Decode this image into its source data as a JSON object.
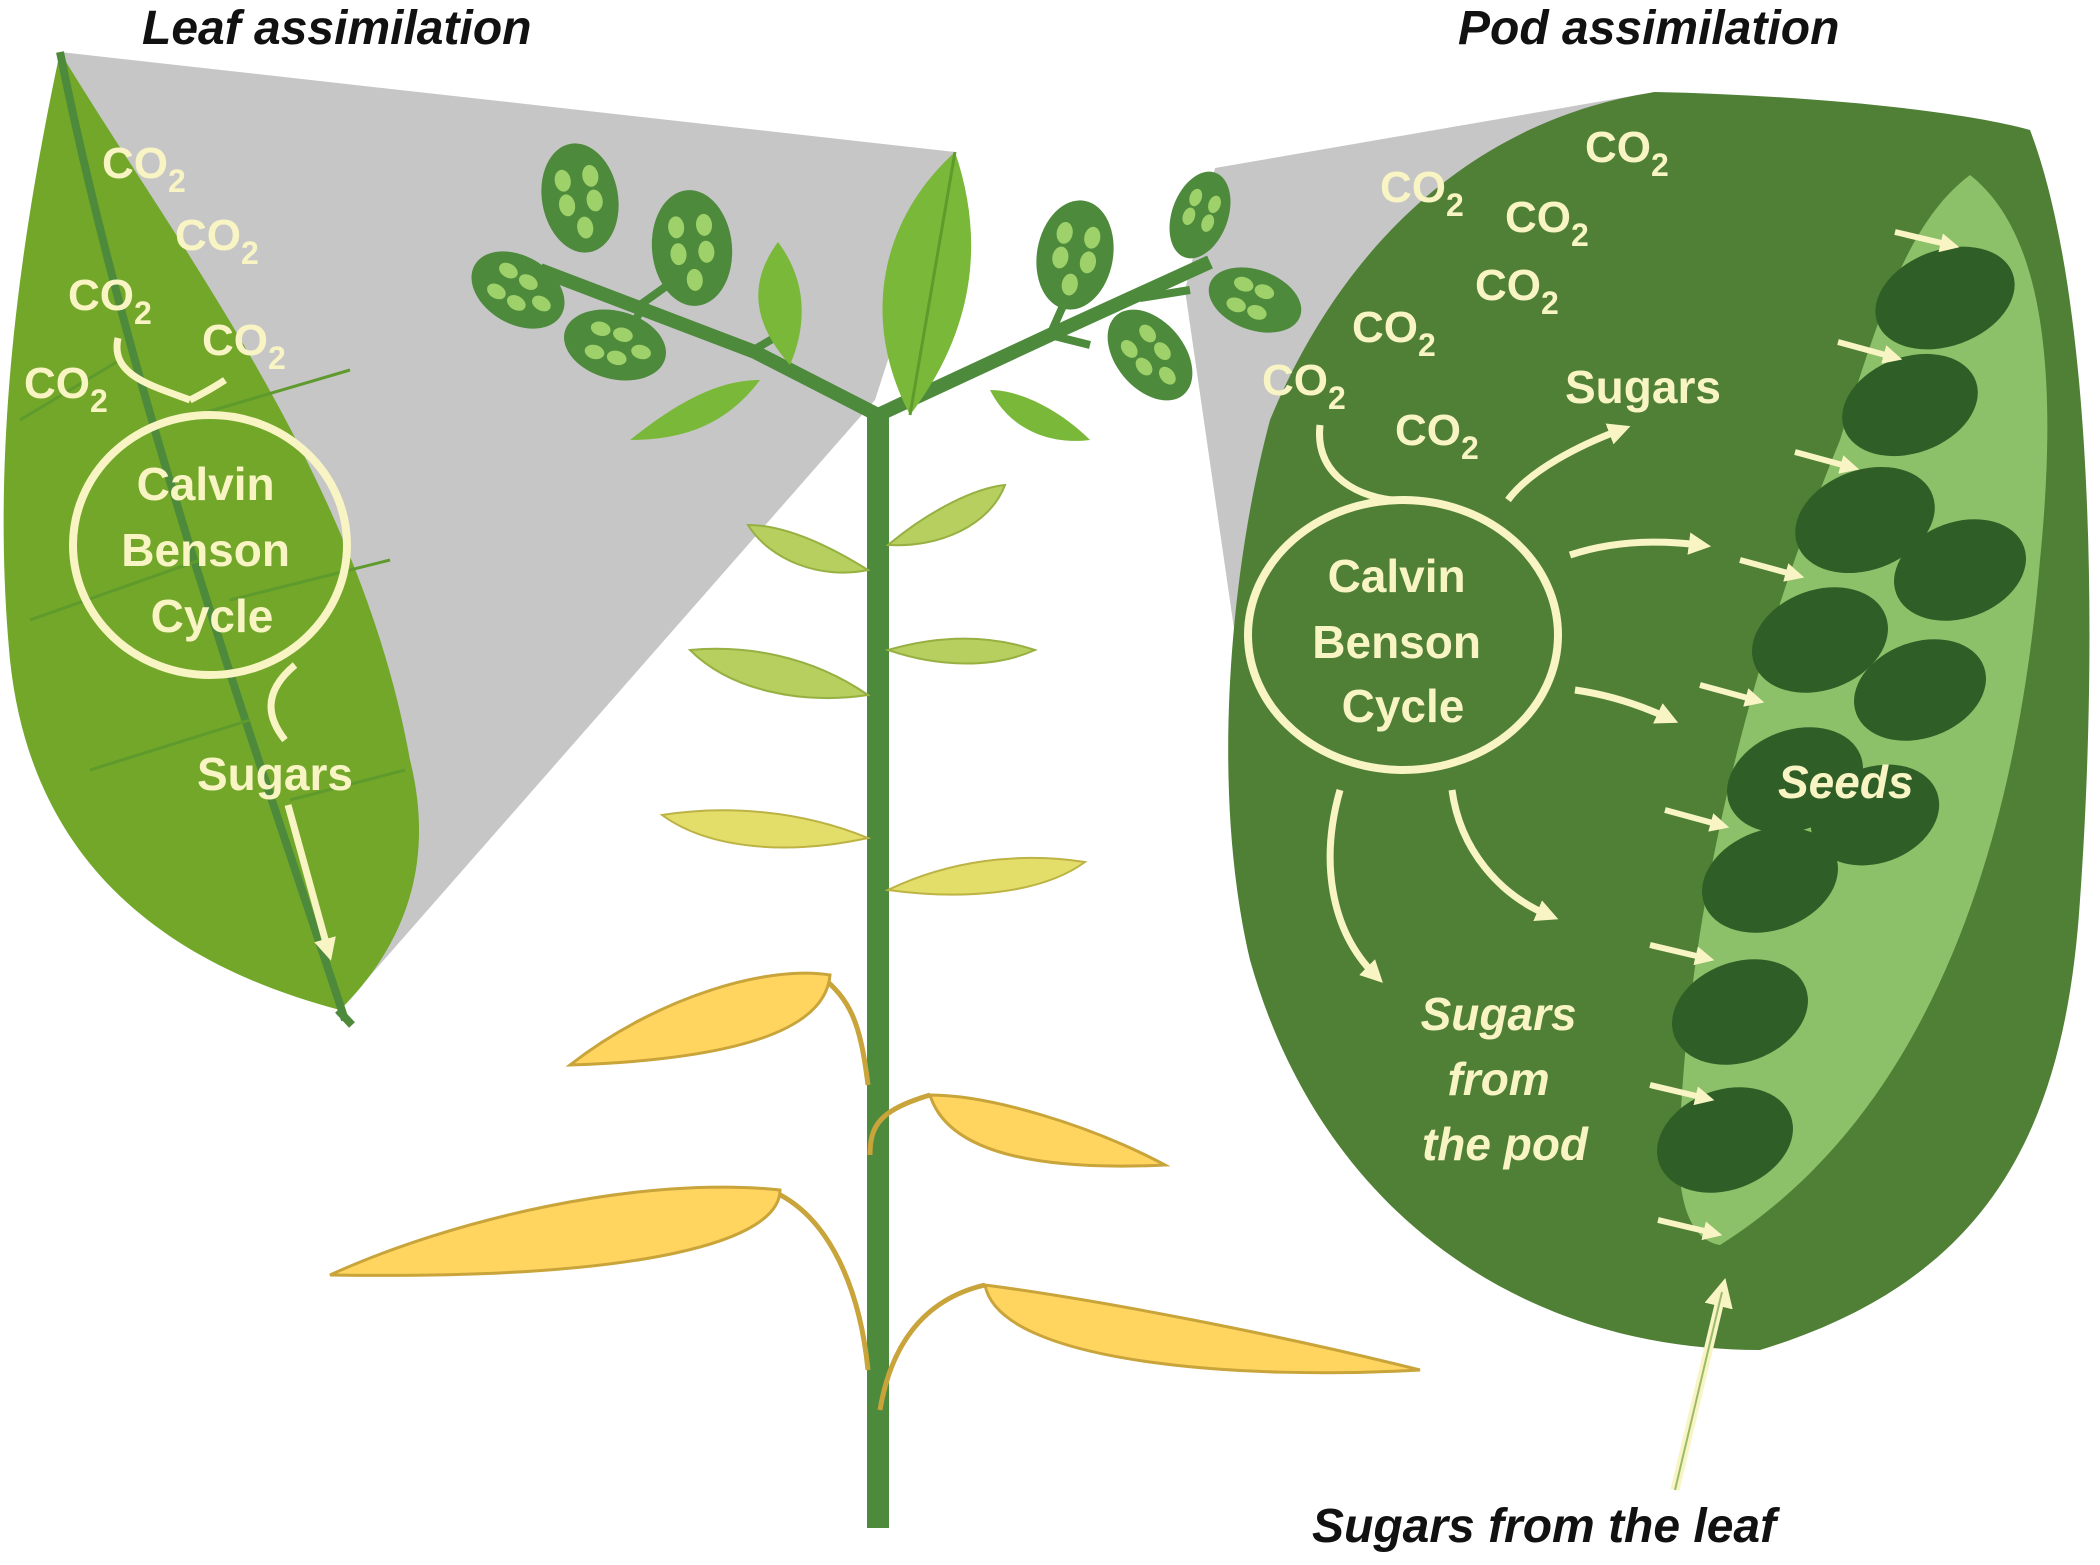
{
  "titles": {
    "leaf_assimilation": "Leaf assimilation",
    "pod_assimilation": "Pod assimilation"
  },
  "leaf_panel": {
    "co2_base": "CO",
    "co2_sub": "2",
    "cycle_lines": [
      "Calvin",
      "Benson",
      "Cycle"
    ],
    "sugars": "Sugars"
  },
  "pod_panel": {
    "co2_base": "CO",
    "co2_sub": "2",
    "cycle_lines": [
      "Calvin",
      "Benson",
      "Cycle"
    ],
    "sugars": "Sugars",
    "seeds": "Seeds",
    "sugars_from_pod_lines": [
      "Sugars",
      "from",
      "the pod"
    ],
    "sugars_from_leaf": "Sugars from the leaf"
  },
  "colors": {
    "leaf_green": "#72a72a",
    "pod_dark_green": "#4f8035",
    "pod_inner_light": "#8cc16a",
    "seed_dark": "#2f5f26",
    "stem": "#4d8a3c",
    "senescent_yellow": "#ffd560",
    "mid_yellow_green": "#b6cf5f",
    "zoom_gray": "#c6c6c6",
    "cream_text": "#f8f4c4"
  }
}
